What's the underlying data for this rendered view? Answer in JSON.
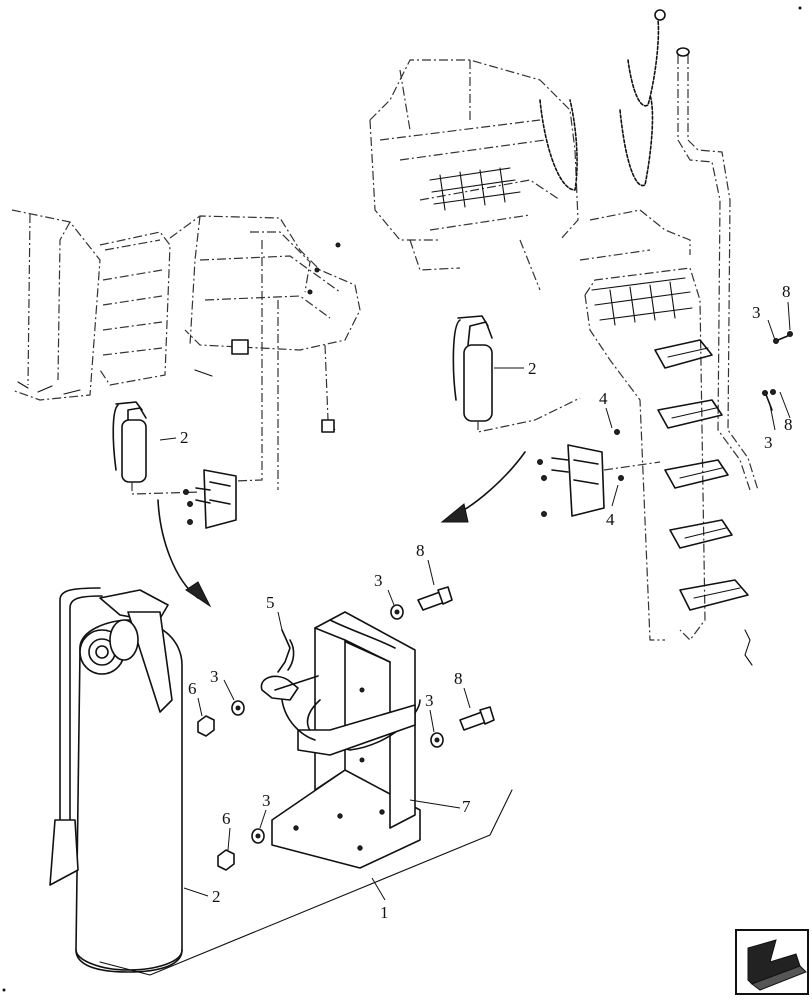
{
  "diagram": {
    "callouts": {
      "c1": "1",
      "c2a": "2",
      "c2b": "2",
      "c2c": "2",
      "c3a": "3",
      "c3b": "3",
      "c3c": "3",
      "c3d": "3",
      "c3e": "3",
      "c3f": "3",
      "c4a": "4",
      "c4b": "4",
      "c5": "5",
      "c6a": "6",
      "c6b": "6",
      "c7": "7",
      "c8a": "8",
      "c8b": "8",
      "c8c": "8",
      "c8d": "8"
    },
    "icons": [
      "previous-page-arrow-icon"
    ]
  }
}
